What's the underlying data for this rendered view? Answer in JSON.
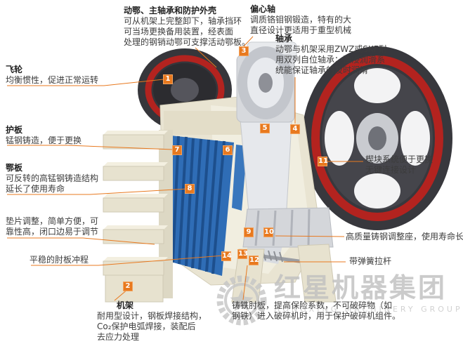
{
  "colors": {
    "accent_orange": "#e8791f",
    "flywheel_dark": "#38383d",
    "rim_red": "#b3231f",
    "frame_beige": "#e9e4d2",
    "jaw_blue": "#2f6db6",
    "watermark_gray": "#c0c0c0"
  },
  "annotations": {
    "moving_jaw": {
      "title": "动鄂、主轴承和防护外壳",
      "line1": "可从机架上完整卸下，轴承挡环",
      "line2": "可当场更换备用装置，经表面",
      "line3": "处理的钢销动鄂可支撑活动鄂板。"
    },
    "eccentric_shaft": {
      "title": "偏心轴",
      "line1": "调质铬钼钢锻造，特有的大",
      "line2": "直径设计更适用于重型机械"
    },
    "bearing": {
      "title": "轴承",
      "line1": "动鄂与机架采用ZWZ或SKF耐",
      "line2": "用双列自位轴承；油浸润滑系",
      "line3": "统能保证轴承的及时润滑"
    },
    "flywheel": {
      "title": "飞轮",
      "line1": "均衡惯性，促进正常运转"
    },
    "guard_plate": {
      "title": "护板",
      "line1": "锰钢铸造，便于更换"
    },
    "jaw_plate": {
      "title": "鄂板",
      "line1": "可反转的高锰钢铸造结构",
      "line2": "延长了使用寿命"
    },
    "shim_adjust": {
      "line1": "垫片调整，简单方便，可",
      "line2": "靠性高，闭口边易于调节"
    },
    "toggle_stroke": {
      "line1": "平稳的肘板冲程"
    },
    "frame": {
      "title": "机架",
      "line1": "耐用型设计，钢板焊接结构，",
      "line2": "Co₂保护电弧焊接，装配后",
      "line3": "去应力处理"
    },
    "toggle_plate": {
      "line1": "铸铁肘板，提高保险系数，不可破碎物（如",
      "line2": "钢铁）进入破碎机时，用于保护破碎机组件。"
    },
    "wedge_system": {
      "line1": "楔块系统便于更换",
      "line2": "无键连接设计"
    },
    "adjust_seat": {
      "line1": "高质量铸钢调整座，使用寿命长"
    },
    "spring_rod": {
      "line1": "带弹簧拉杆"
    }
  },
  "badges": [
    "1",
    "2",
    "3",
    "4",
    "5",
    "6",
    "7",
    "8",
    "9",
    "10",
    "11",
    "12",
    "13",
    "14"
  ],
  "watermark": {
    "cn": "红星机器集团",
    "en": "HONGXING MACHINERY GROUP"
  }
}
